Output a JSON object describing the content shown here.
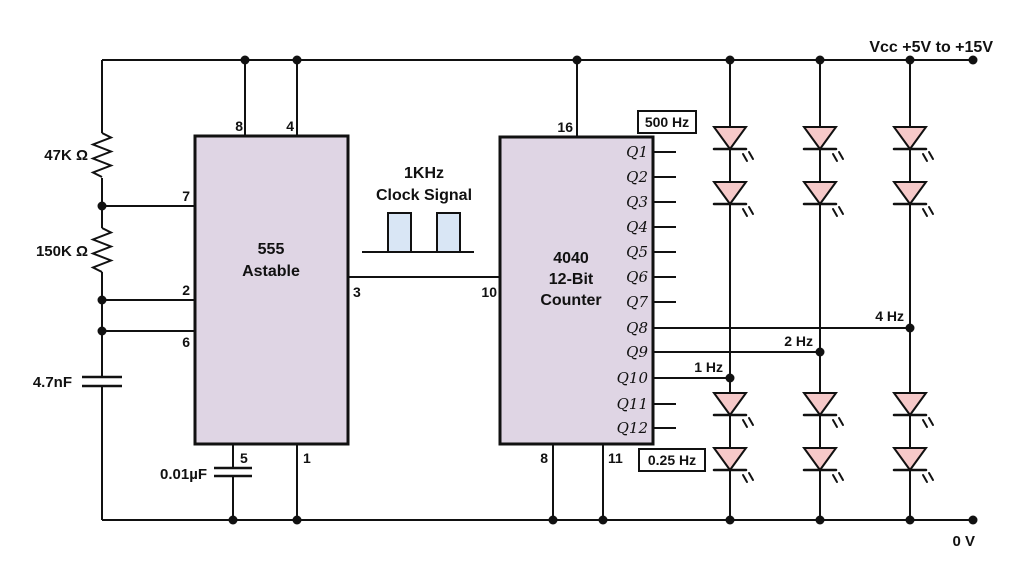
{
  "colors": {
    "chip_fill": "#DFD5E4",
    "led_fill": "#F6C9C9",
    "clock_fill": "#D9E6F5",
    "wire": "#111111",
    "background": "#ffffff"
  },
  "power": {
    "vcc_label": "Vcc +5V to +15V",
    "ground_label": "0 V"
  },
  "left_branch": {
    "resistor1_label": "47K Ω",
    "resistor2_label": "150K Ω",
    "capacitor1_label": "4.7nF",
    "capacitor2_label": "0.01µF"
  },
  "clock": {
    "line1": "1KHz",
    "line2": "Clock Signal"
  },
  "chip555": {
    "title": "555",
    "subtitle": "Astable",
    "pin8": "8",
    "pin4": "4",
    "pin7": "7",
    "pin2": "2",
    "pin6": "6",
    "pin3": "3",
    "pin5": "5",
    "pin1": "1"
  },
  "chip4040": {
    "line1": "4040",
    "line2": "12-Bit",
    "line3": "Counter",
    "pin16": "16",
    "pin10": "10",
    "pin8": "8",
    "pin11": "11",
    "outputs": [
      "Q1",
      "Q2",
      "Q3",
      "Q4",
      "Q5",
      "Q6",
      "Q7",
      "Q8",
      "Q9",
      "Q10",
      "Q11",
      "Q12"
    ]
  },
  "frequency_labels": {
    "q1": "500 Hz",
    "q8": "4 Hz",
    "q9": "2 Hz",
    "q10": "1 Hz",
    "q12": "0.25 Hz"
  }
}
